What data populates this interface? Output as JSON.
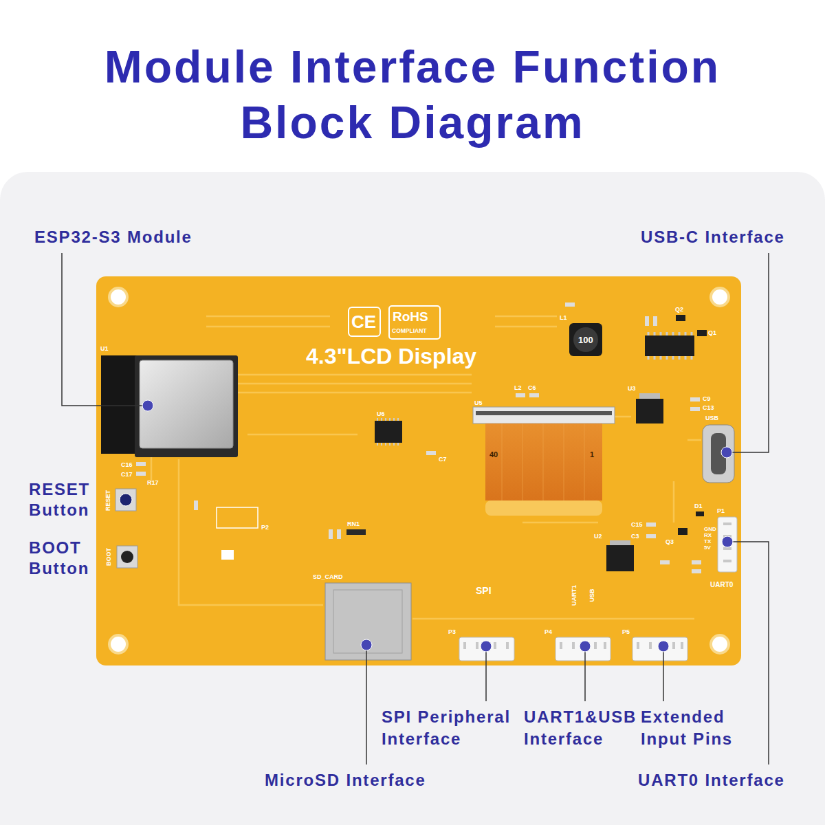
{
  "diagram": {
    "title": "Module Interface Function Block Diagram",
    "labels": [
      "ESP32-S3 Module",
      "USB-C Interface",
      "RESET Button",
      "BOOT Button",
      "SPI Peripheral Interface",
      "UART1&USB Interface",
      "Extended Input Pins",
      "MicroSD Interface",
      "UART0 Interface",
      "CE",
      "RoHS",
      "COMPLIANT",
      "4.3\"LCD Display",
      "U1",
      "U6",
      "U5",
      "40",
      "1",
      "L1",
      "100",
      "U3",
      "USB",
      "P1",
      "GND",
      "RX",
      "TX",
      "5V",
      "UART0",
      "U2",
      "SD_CARD",
      "SPI",
      "UART1",
      "USB",
      "P2",
      "P3",
      "P4",
      "P5",
      "RESET",
      "BOOT",
      "RN1",
      "L2",
      "C6",
      "D1",
      "Q2",
      "Q1",
      "C16",
      "C17",
      "R17",
      "C9",
      "C13",
      "C15",
      "C3",
      "Q3",
      "C7"
    ]
  }
}
